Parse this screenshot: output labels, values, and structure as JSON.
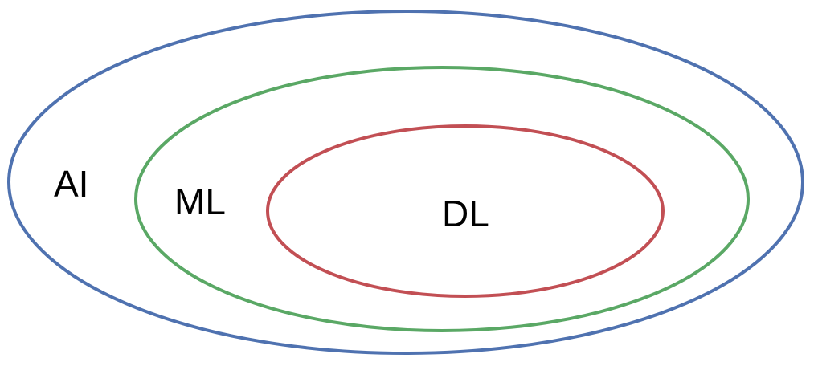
{
  "diagram": {
    "rings": [
      {
        "label": "AI",
        "color": "#4F72B0"
      },
      {
        "label": "ML",
        "color": "#5AA865"
      },
      {
        "label": "DL",
        "color": "#C24F54"
      }
    ]
  }
}
